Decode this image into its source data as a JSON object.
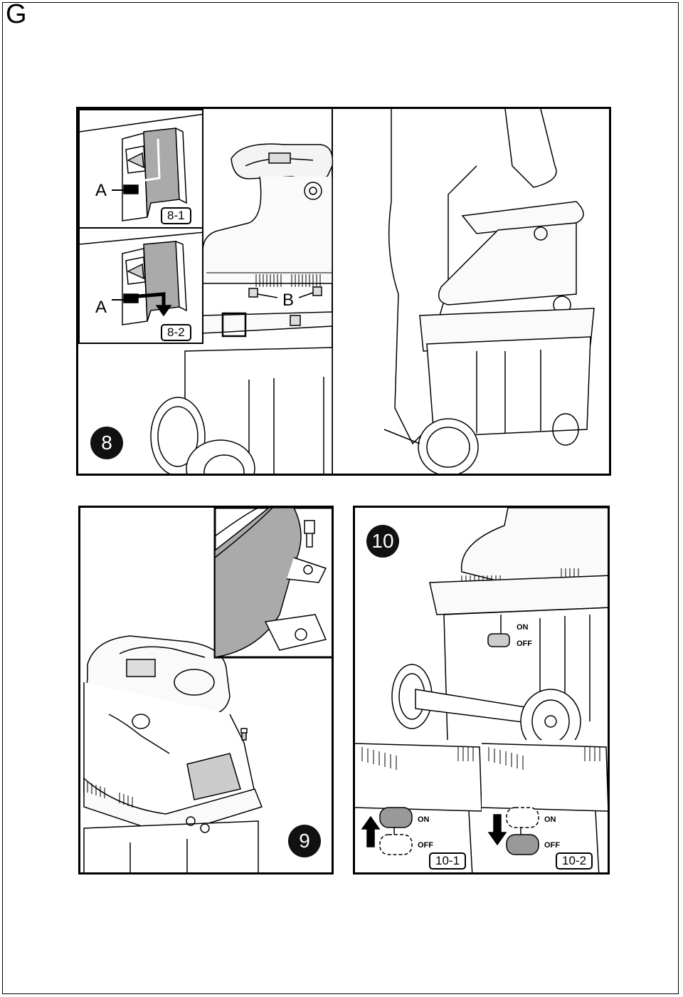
{
  "page": {
    "section_letter": "G"
  },
  "figure8": {
    "badge": "8",
    "detail1": {
      "label": "8-1",
      "callout": "A"
    },
    "detail2": {
      "label": "8-2",
      "callout": "A"
    },
    "callout_b": "B"
  },
  "figure9": {
    "badge": "9"
  },
  "figure10": {
    "badge": "10",
    "switch_on": "ON",
    "switch_off": "OFF",
    "detail1": {
      "label": "10-1",
      "on": "ON",
      "off": "OFF"
    },
    "detail2": {
      "label": "10-2",
      "on": "ON",
      "off": "OFF"
    }
  }
}
